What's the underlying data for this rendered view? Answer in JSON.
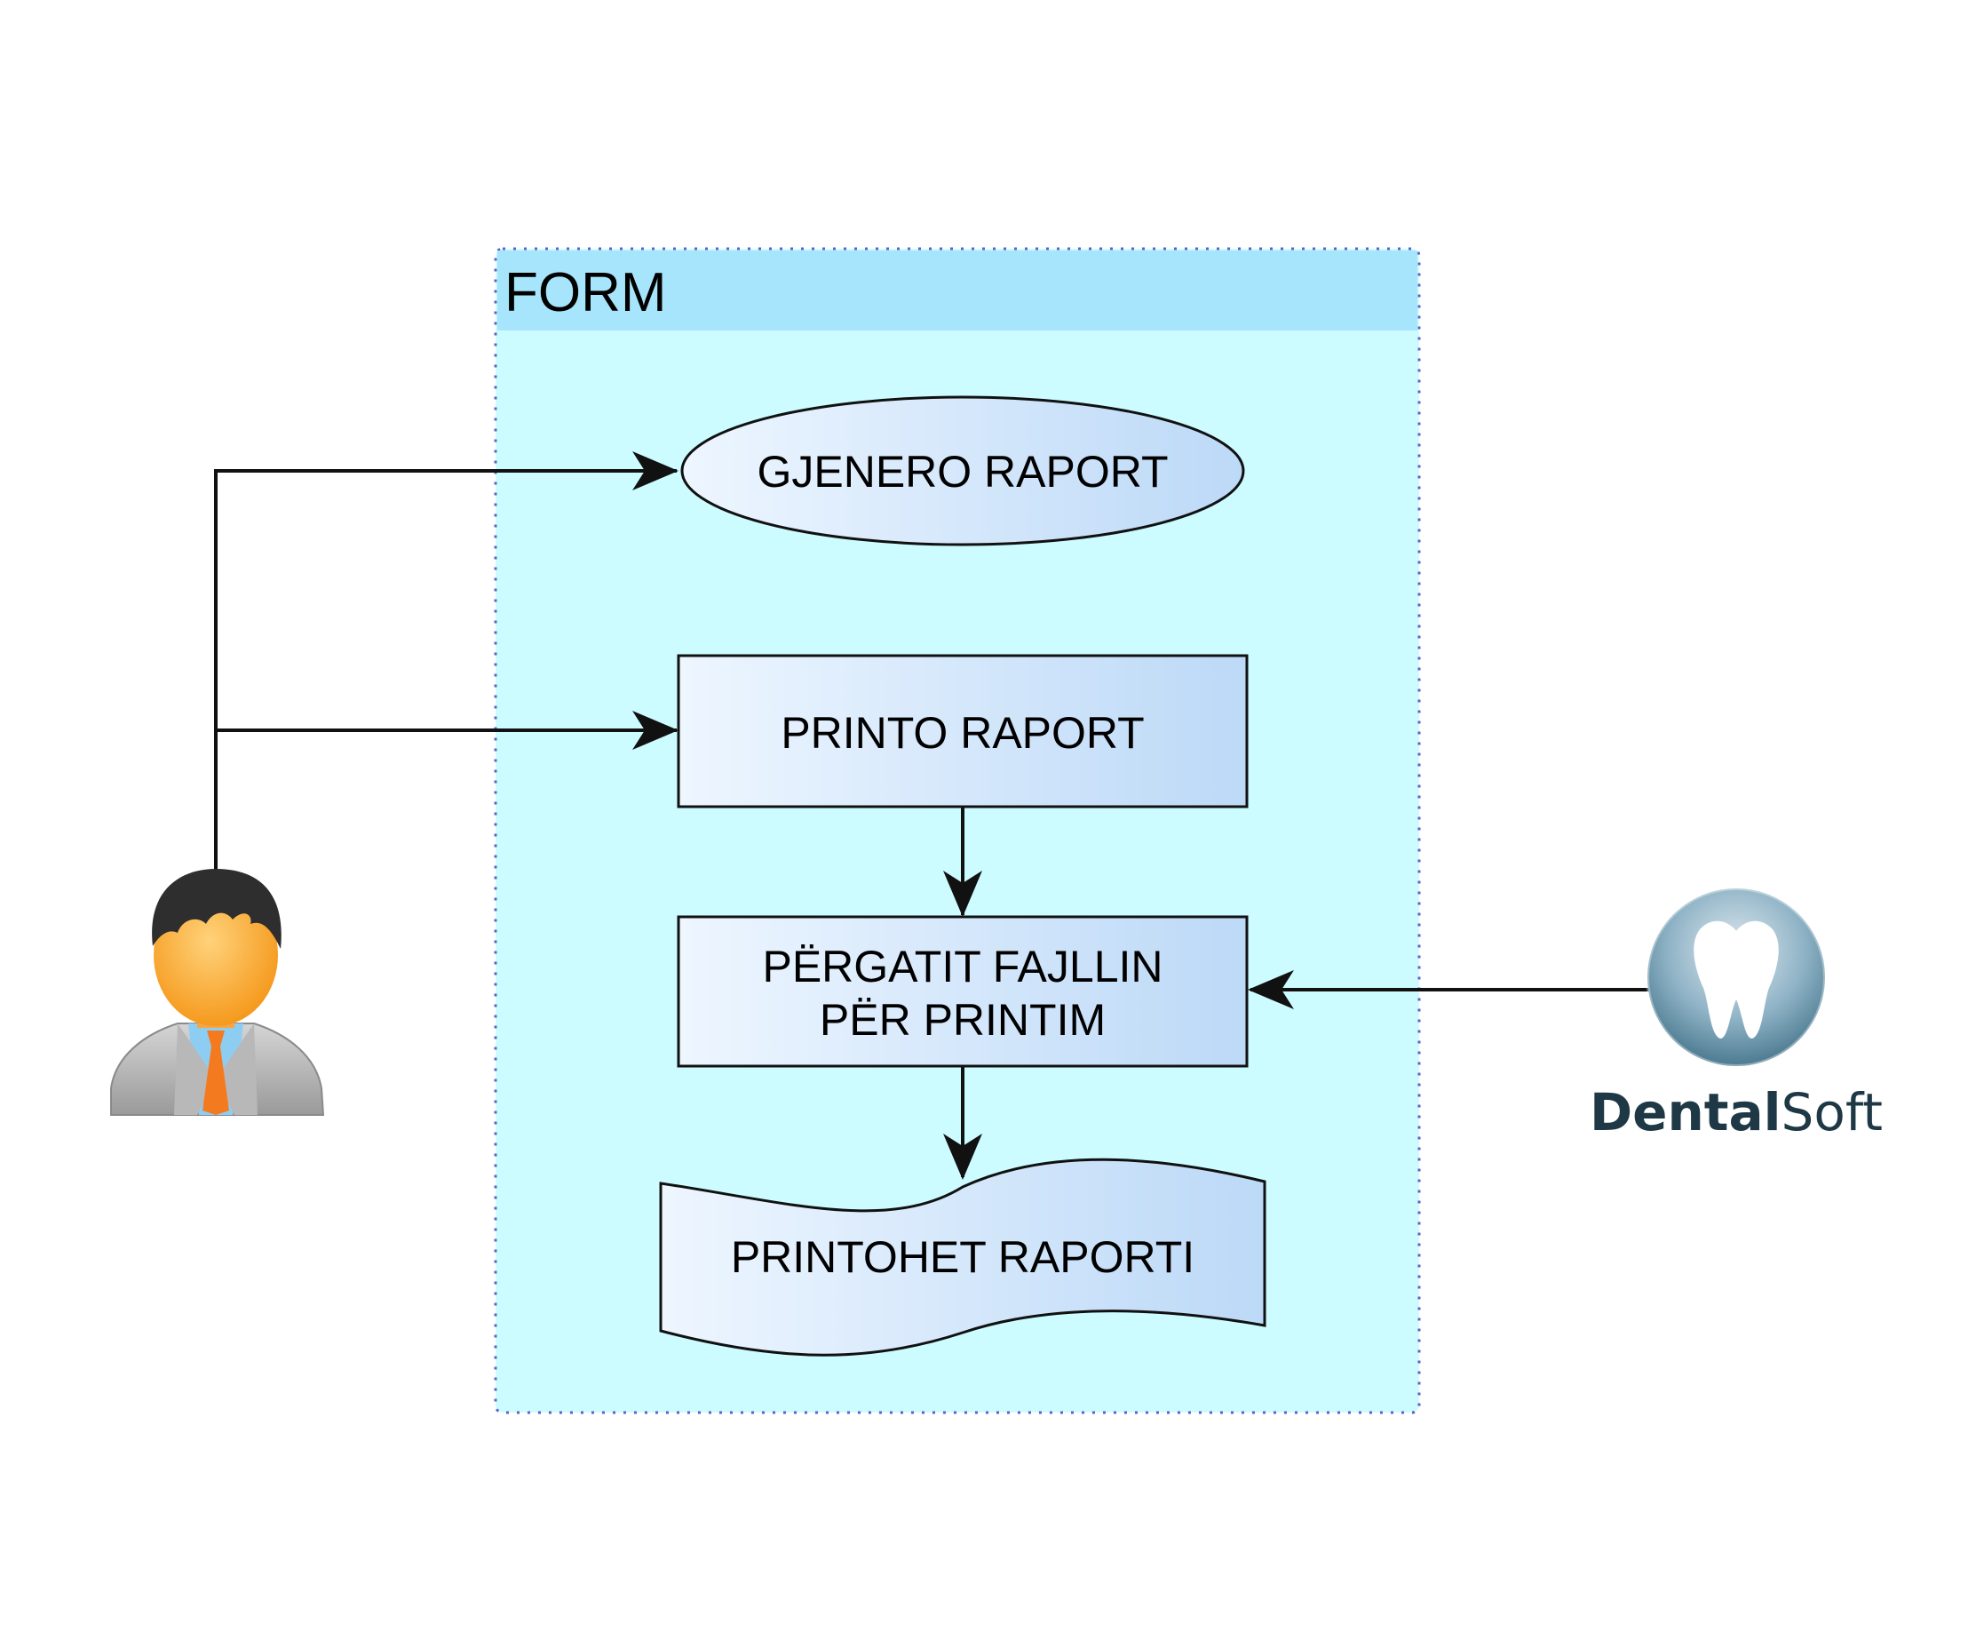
{
  "container": {
    "title": "FORM"
  },
  "nodes": {
    "generate_report": "GJENERO RAPORT",
    "print_report": "PRINTO RAPORT",
    "prepare_file_line1": "PËRGATIT FAJLLIN",
    "prepare_file_line2": "PËR PRINTIM",
    "report_printed": "PRINTOHET RAPORTI"
  },
  "actors": {
    "user": {
      "icon": "user-avatar-icon"
    },
    "system": {
      "icon": "tooth-icon",
      "name_part1": "Dental",
      "name_part2": "Soft"
    }
  },
  "colors": {
    "container_fill": "#ccfcff",
    "container_header": "#a6e5fc",
    "container_border": "#5b62c8",
    "node_gradient_start": "#eef6ff",
    "node_gradient_end": "#bcd9f7",
    "logo_text": "#1e3945"
  }
}
